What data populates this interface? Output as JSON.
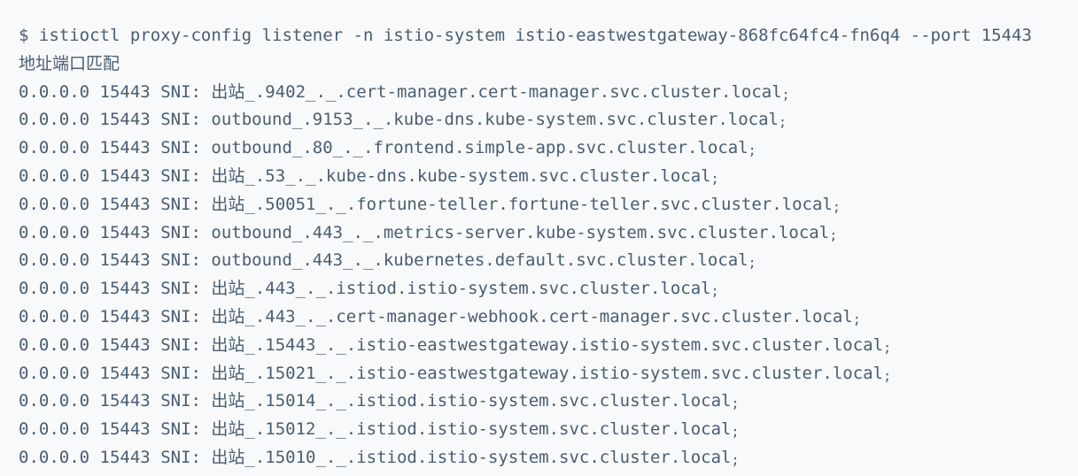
{
  "colors": {
    "background": "#f8f9fa",
    "text": "#4a5d70"
  },
  "terminal": {
    "prompt": "$",
    "command": "istioctl proxy-config listener -n istio-system istio-eastwestgateway-868fc64fc4-fn6q4 --port 15443",
    "columns_header": "地址端口匹配",
    "sni_label": "SNI:",
    "terminator": ";",
    "rows": [
      {
        "address": "0.0.0.0",
        "port": "15443",
        "sni": "出站_.9402_._.cert-manager.cert-manager.svc.cluster.local"
      },
      {
        "address": "0.0.0.0",
        "port": "15443",
        "sni": "outbound_.9153_._.kube-dns.kube-system.svc.cluster.local"
      },
      {
        "address": "0.0.0.0",
        "port": "15443",
        "sni": "outbound_.80_._.frontend.simple-app.svc.cluster.local"
      },
      {
        "address": "0.0.0.0",
        "port": "15443",
        "sni": "出站_.53_._.kube-dns.kube-system.svc.cluster.local"
      },
      {
        "address": "0.0.0.0",
        "port": "15443",
        "sni": "出站_.50051_._.fortune-teller.fortune-teller.svc.cluster.local"
      },
      {
        "address": "0.0.0.0",
        "port": "15443",
        "sni": "outbound_.443_._.metrics-server.kube-system.svc.cluster.local"
      },
      {
        "address": "0.0.0.0",
        "port": "15443",
        "sni": "outbound_.443_._.kubernetes.default.svc.cluster.local"
      },
      {
        "address": "0.0.0.0",
        "port": "15443",
        "sni": "出站_.443_._.istiod.istio-system.svc.cluster.local"
      },
      {
        "address": "0.0.0.0",
        "port": "15443",
        "sni": "出站_.443_._.cert-manager-webhook.cert-manager.svc.cluster.local"
      },
      {
        "address": "0.0.0.0",
        "port": "15443",
        "sni": "出站_.15443_._.istio-eastwestgateway.istio-system.svc.cluster.local"
      },
      {
        "address": "0.0.0.0",
        "port": "15443",
        "sni": "出站_.15021_._.istio-eastwestgateway.istio-system.svc.cluster.local"
      },
      {
        "address": "0.0.0.0",
        "port": "15443",
        "sni": "出站_.15014_._.istiod.istio-system.svc.cluster.local"
      },
      {
        "address": "0.0.0.0",
        "port": "15443",
        "sni": "出站_.15012_._.istiod.istio-system.svc.cluster.local"
      },
      {
        "address": "0.0.0.0",
        "port": "15443",
        "sni": "出站_.15010_._.istiod.istio-system.svc.cluster.local"
      }
    ]
  }
}
